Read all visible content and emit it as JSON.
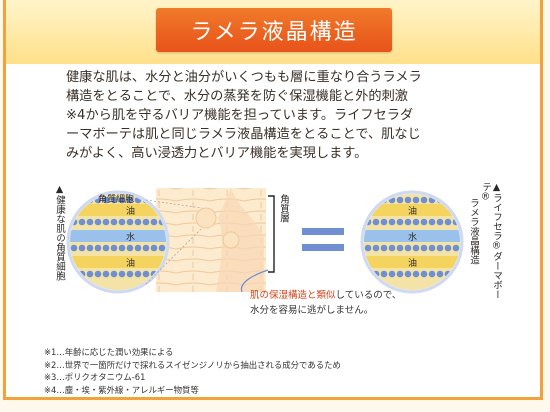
{
  "header": {
    "title": "ラメラ液晶構造"
  },
  "description": {
    "lines": [
      "健康な肌は、水分と油分がいくつもも層に重なり合うラメラ",
      "構造をとることで、水分の蒸発を防ぐ保湿機能と外的刺激",
      "※4から肌を守るバリア機能を担っています。ライフセラダ",
      "ーマボーテは肌と同じラメラ液晶構造をとることで、肌なじ",
      "みがよく、高い浸透力とバリア機能を実現します。"
    ]
  },
  "diagram": {
    "left_label": "▲健康な肌の角質細胞",
    "corneocyte_label": "角質細胞",
    "stratum_label": "角質層",
    "oil_label": "油",
    "water_label": "水",
    "right_label_1": "▲ライフセラ®ダーマボーテ®",
    "right_label_2": "ラメラ液晶構造",
    "note_highlight": "肌の保湿構造と類似",
    "note_rest": "しているので、",
    "note_line2": "水分を容易に逃がしません。",
    "colors": {
      "oil": "#f4d35e",
      "water": "#8fb6e8",
      "layer_bead": "#6f8fd0",
      "accent": "#e8531a"
    }
  },
  "footnotes": [
    "※1…年齢に応じた潤い効果による",
    "※2…世界で一箇所だけで採れるスイゼンジノリから抽出される成分であるため",
    "※3…ポリクオタニウム-61",
    "※4…塵・埃・紫外線・アレルギー物質等"
  ]
}
